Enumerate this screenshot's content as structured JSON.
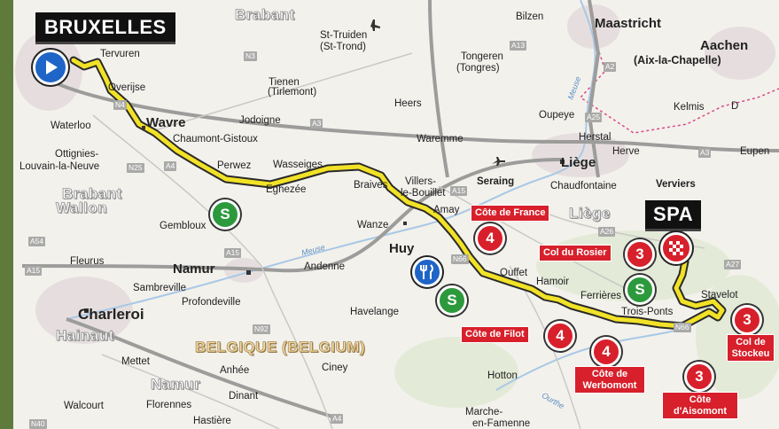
{
  "route": {
    "start_city": "BRUXELLES",
    "finish_city": "SPA"
  },
  "country": "BELGIQUE (BELGIUM)",
  "regions": [
    "Brabant",
    "Wallon",
    "Hainaut",
    "Namur",
    "Liège",
    "Brabant"
  ],
  "towns": [
    "Tervuren",
    "Overijse",
    "Wavre",
    "Chaumont-Gistoux",
    "Waterloo",
    "Ottignies-",
    "Louvain-la-Neuve",
    "Perwez",
    "Wasseiges",
    "Eghezée",
    "Braives",
    "Villers-",
    "le-Bouillet",
    "Amay",
    "Jodoigne",
    "Gembloux",
    "Wanze",
    "Huy",
    "Namur",
    "Andenne",
    "Fleurus",
    "Sambreville",
    "Charleroi",
    "Profondeville",
    "Havelange",
    "Mettet",
    "Anhée",
    "Ciney",
    "Dinant",
    "Florennes",
    "Walcourt",
    "Hastière",
    "Marche-",
    "en-Famenne",
    "Hotton",
    "Tienen",
    "(Tirlemont)",
    "St-Truiden",
    "(St-Trond)",
    "Tongeren",
    "(Tongres)",
    "Bilzen",
    "Maastricht",
    "Aachen",
    "(Aix-la-Chapelle)",
    "Heers",
    "Oupeye",
    "Kelmis",
    "Waremme",
    "Herstal",
    "Liège",
    "Herve",
    "Eupen",
    "Seraing",
    "Chaudfontaine",
    "Verviers",
    "Ouffet",
    "Hamoir",
    "Ferrières",
    "Trois-Ponts",
    "Stavelot",
    "D"
  ],
  "roads": [
    "N3",
    "N4",
    "A3",
    "A4",
    "N25",
    "A54",
    "A15",
    "A15",
    "A15",
    "N66",
    "A13",
    "A2",
    "A25",
    "A3",
    "A26",
    "A27",
    "N66",
    "A4",
    "N92",
    "N40"
  ],
  "rivers": [
    "Meuse",
    "Meuse",
    "Ourthe"
  ],
  "sprints": [
    {
      "symbol": "S"
    },
    {
      "symbol": "S"
    },
    {
      "symbol": "S"
    }
  ],
  "climbs": [
    {
      "name": "Côte de France",
      "category": "4"
    },
    {
      "name": "Col du Rosier",
      "category": "3"
    },
    {
      "name": "Côte de Filot",
      "category": "4"
    },
    {
      "name": "Côte de Werbomont",
      "category": "4"
    },
    {
      "name": "Col de Stockeu",
      "category": "3"
    },
    {
      "name": "Côte d'Aisomont",
      "category": "3"
    }
  ],
  "colors": {
    "route": "#f2e227",
    "climb": "#d7202b",
    "sprint": "#2c9a3c",
    "start": "#1f65c7",
    "frame": "#5e7b3b"
  },
  "icons": [
    "play-arrow-icon",
    "checkered-flag-icon",
    "fork-knife-icon",
    "airport-icon"
  ]
}
